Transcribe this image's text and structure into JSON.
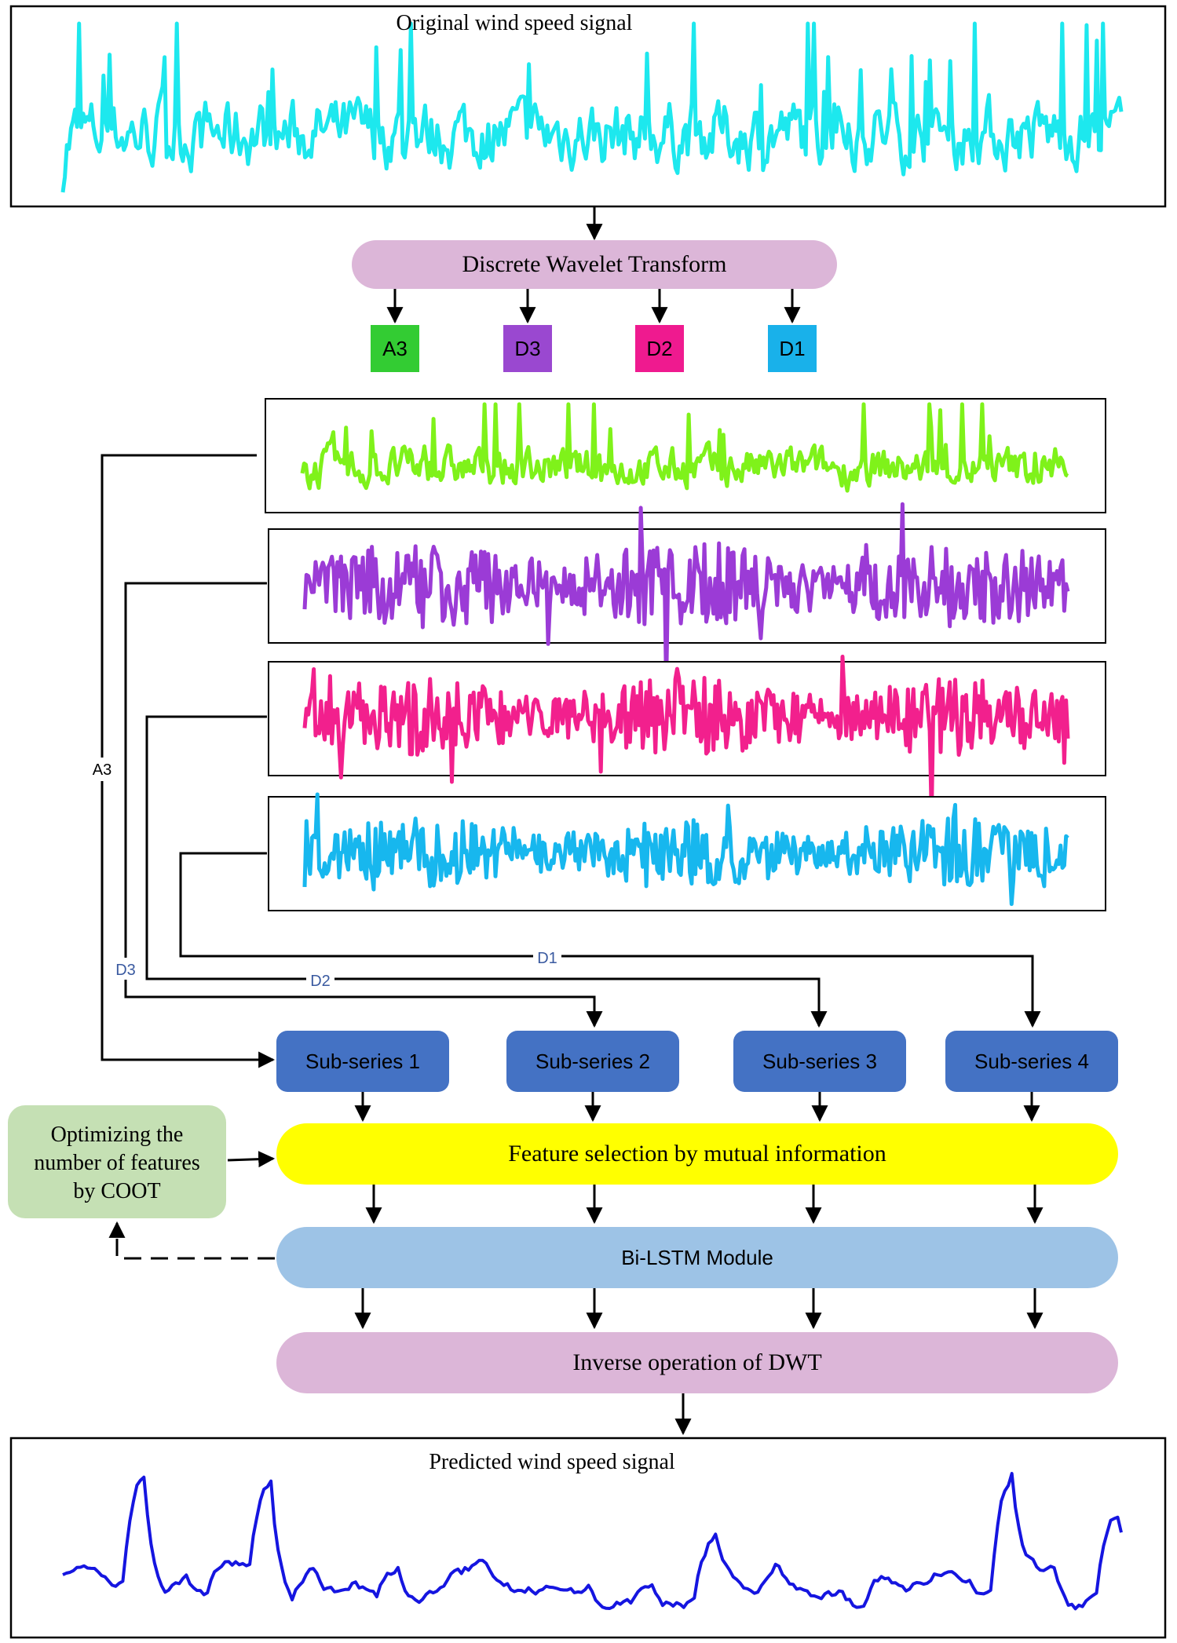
{
  "original_panel": {
    "title": "Original wind speed signal",
    "color": "#1de8ee"
  },
  "dwt_block": {
    "label": "Discrete Wavelet Transform",
    "fill": "#dcb6d8"
  },
  "components": [
    {
      "label": "A3",
      "fill": "#33cc33",
      "signal_color": "#7ff21a"
    },
    {
      "label": "D3",
      "fill": "#9a48d0",
      "signal_color": "#9b3bd6"
    },
    {
      "label": "D2",
      "fill": "#ef1a8f",
      "signal_color": "#f2208d"
    },
    {
      "label": "D1",
      "fill": "#19b1ea",
      "signal_color": "#17b7ee"
    }
  ],
  "line_labels": {
    "a3": "A3",
    "d3": "D3",
    "d2": "D2",
    "d1": "D1"
  },
  "subseries": [
    "Sub-series 1",
    "Sub-series 2",
    "Sub-series 3",
    "Sub-series 4"
  ],
  "subseries_fill": "#4472c4",
  "coot_block": {
    "line1": "Optimizing the",
    "line2": "number of features",
    "line3": "by COOT",
    "fill": "#c5e0b4"
  },
  "feature_block": {
    "label": "Feature selection by mutual information",
    "fill": "#ffff00"
  },
  "bilstm_block": {
    "label": "Bi-LSTM Module",
    "fill": "#9dc3e6"
  },
  "inverse_block": {
    "label": "Inverse operation of DWT",
    "fill": "#dcb6d8"
  },
  "predicted_panel": {
    "title": "Predicted wind speed signal",
    "color": "#1515e0"
  }
}
